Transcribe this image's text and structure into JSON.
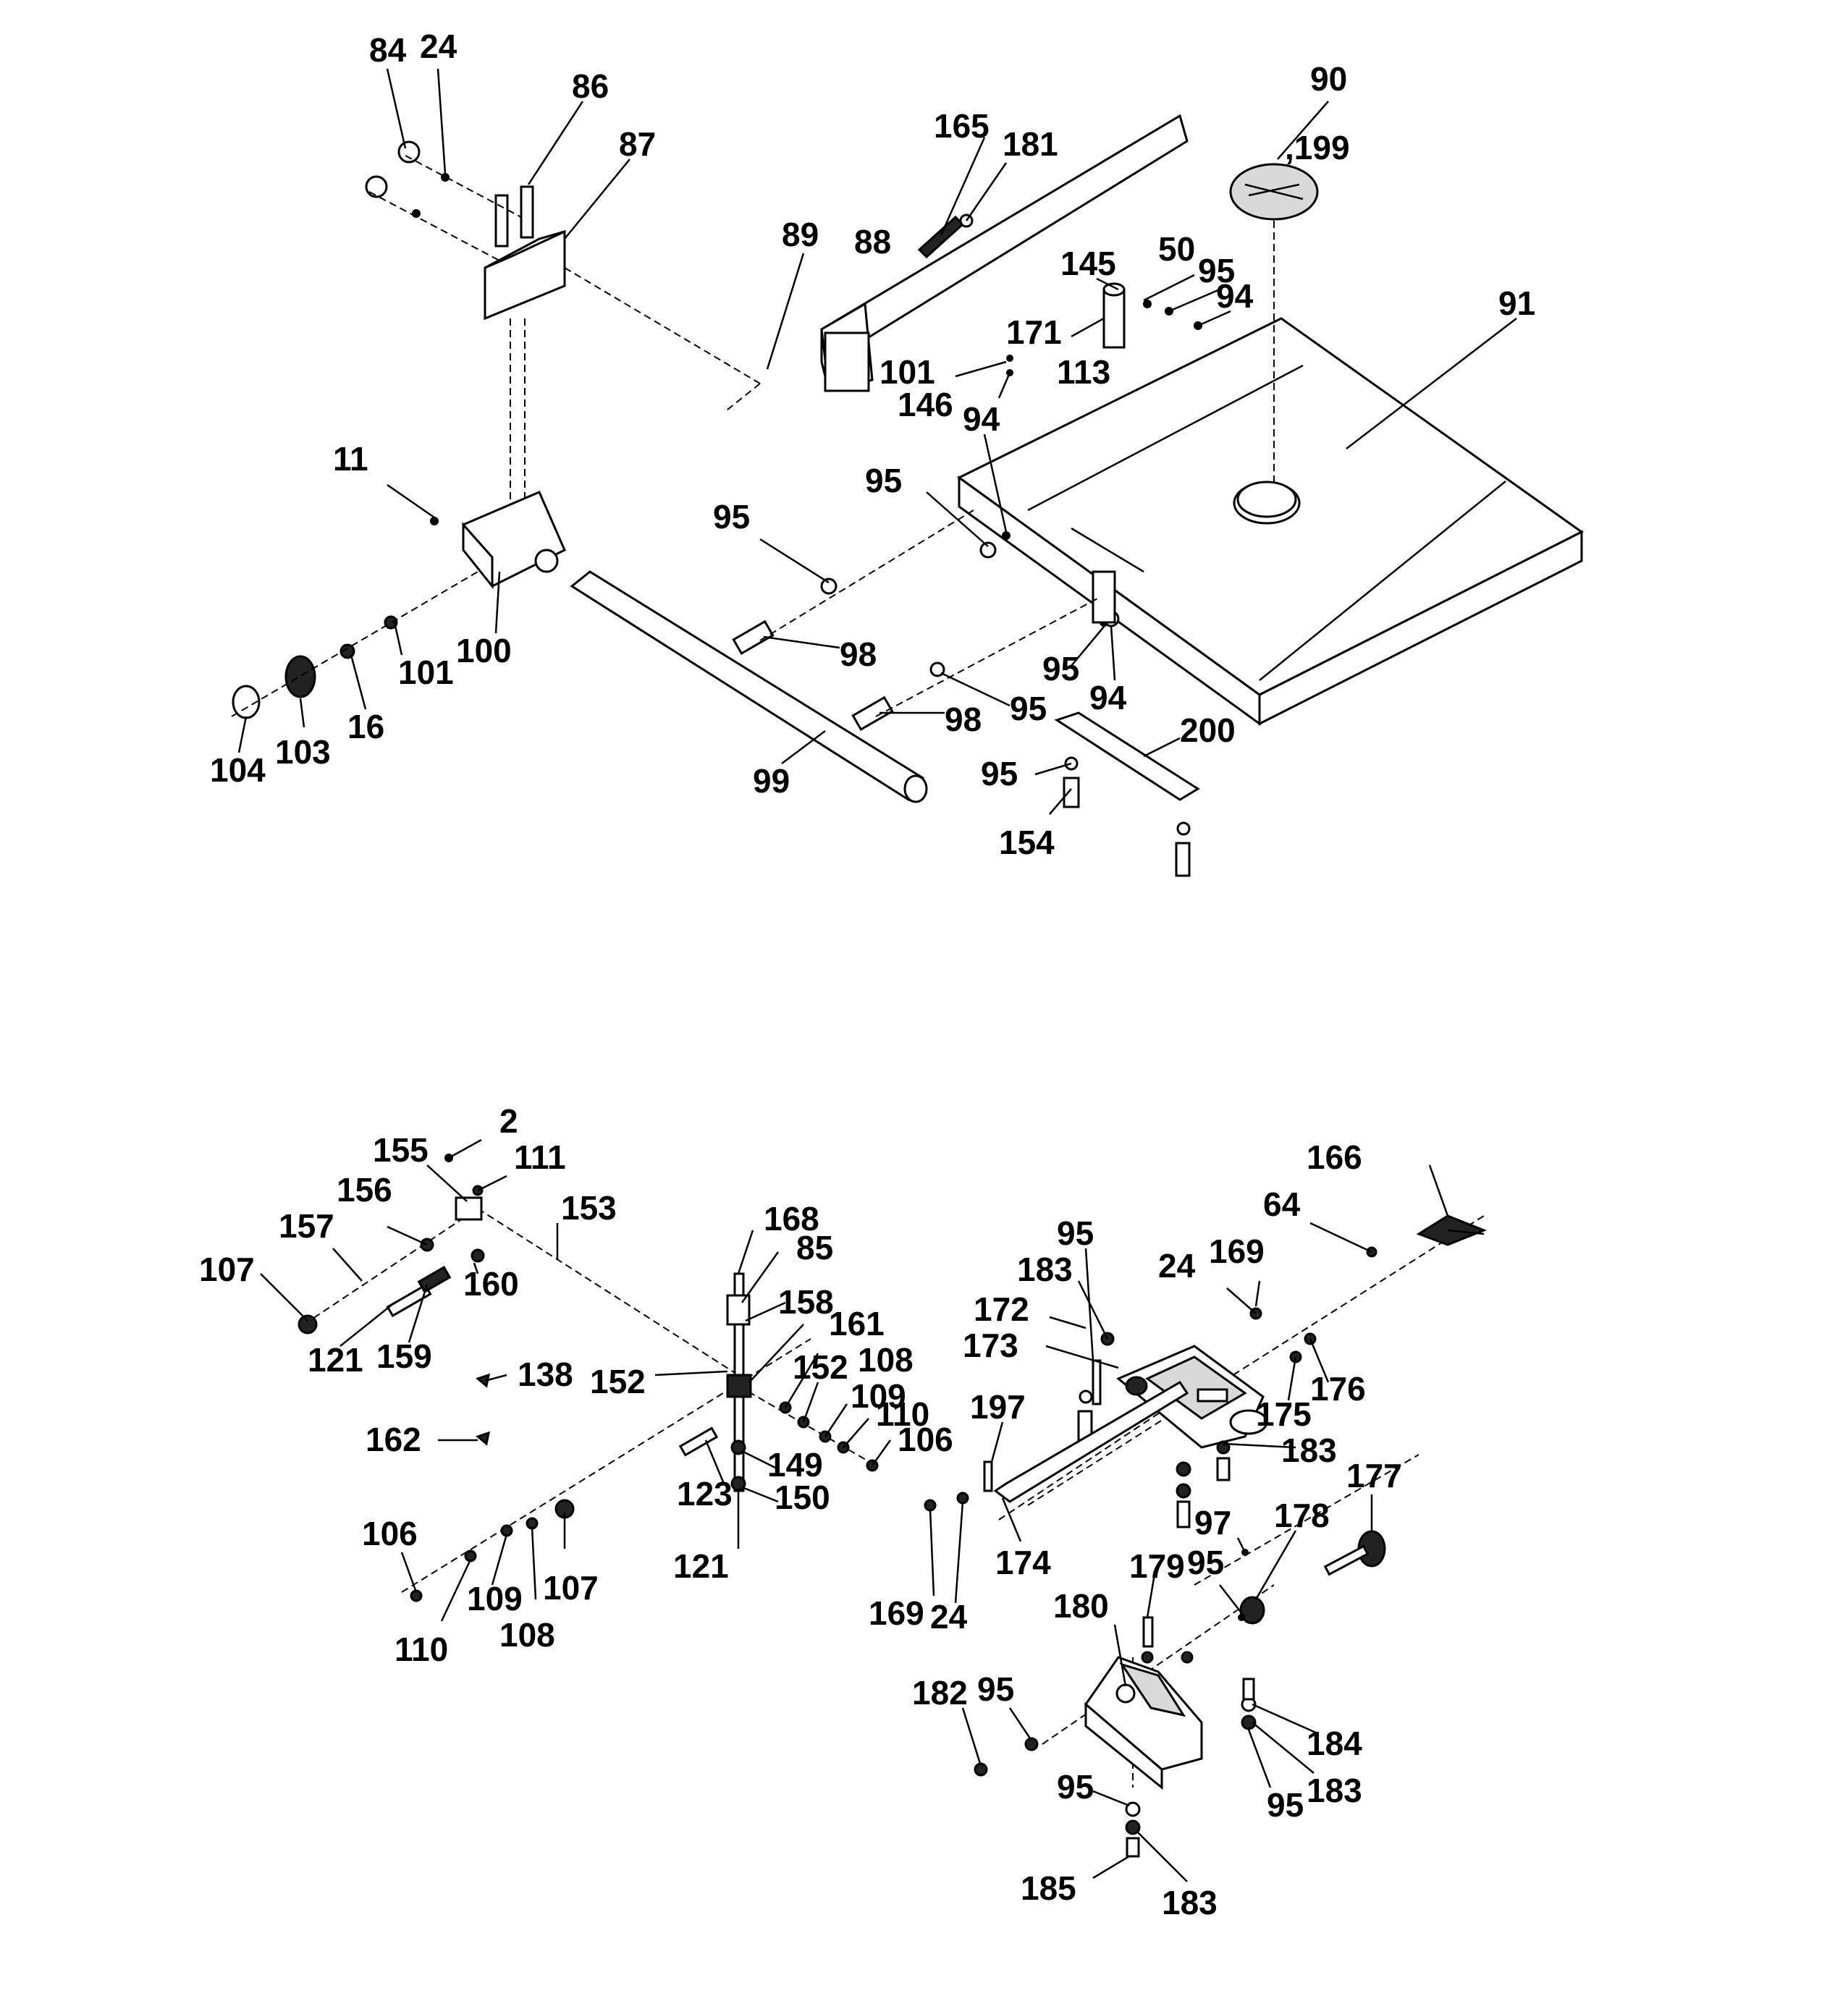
{
  "diagram": {
    "upper_assembly": {
      "labels": {
        "p84": "84",
        "p24": "24",
        "p86": "86",
        "p87": "87",
        "p165": "165",
        "p181": "181",
        "p90": "90",
        "p199": ",199",
        "p89": "89",
        "p88": "88",
        "p145": "145",
        "p50": "50",
        "p95a": "95",
        "p94a": "94",
        "p91": "91",
        "p171": "171",
        "p101a": "101",
        "p113": "113",
        "p146": "146",
        "p94b": "94",
        "p11": "11",
        "p95b": "95",
        "p95c": "95",
        "p98a": "98",
        "p95d": "95",
        "p94c": "94",
        "p98b": "98",
        "p95e": "95",
        "p200": "200",
        "p101b": "101",
        "p100": "100",
        "p16": "16",
        "p103": "103",
        "p104": "104",
        "p99": "99",
        "p95f": "95",
        "p154": "154"
      }
    },
    "lower_assembly": {
      "labels": {
        "p2": "2",
        "p155": "155",
        "p111": "111",
        "p153": "153",
        "p156": "156",
        "p157": "157",
        "p107a": "107",
        "p160": "160",
        "p121a": "121",
        "p159": "159",
        "p138": "138",
        "p162": "162",
        "p168": "168",
        "p85": "85",
        "p158": "158",
        "p161": "161",
        "p152a": "152",
        "p108a": "108",
        "p152b": "152",
        "p109a": "109",
        "p110a": "110",
        "p106a": "106",
        "p149": "149",
        "p123": "123",
        "p150": "150",
        "p121b": "121",
        "p106b": "106",
        "p109b": "109",
        "p107b": "107",
        "p110b": "110",
        "p108b": "108",
        "p166": "166",
        "p64": "64",
        "p95a": "95",
        "p183a": "183",
        "p24a": "24",
        "p169a": "169",
        "p172": "172",
        "p173": "173",
        "p176": "176",
        "p175": "175",
        "p197": "197",
        "p183b": "183",
        "p177": "177",
        "p97": "97",
        "p178": "178",
        "p95b": "95",
        "p179": "179",
        "p174": "174",
        "p169b": "169",
        "p24b": "24",
        "p180": "180",
        "p182": "182",
        "p95c": "95",
        "p184": "184",
        "p183c": "183",
        "p95d": "95",
        "p95e": "95",
        "p185": "185",
        "p183d": "183"
      }
    }
  }
}
